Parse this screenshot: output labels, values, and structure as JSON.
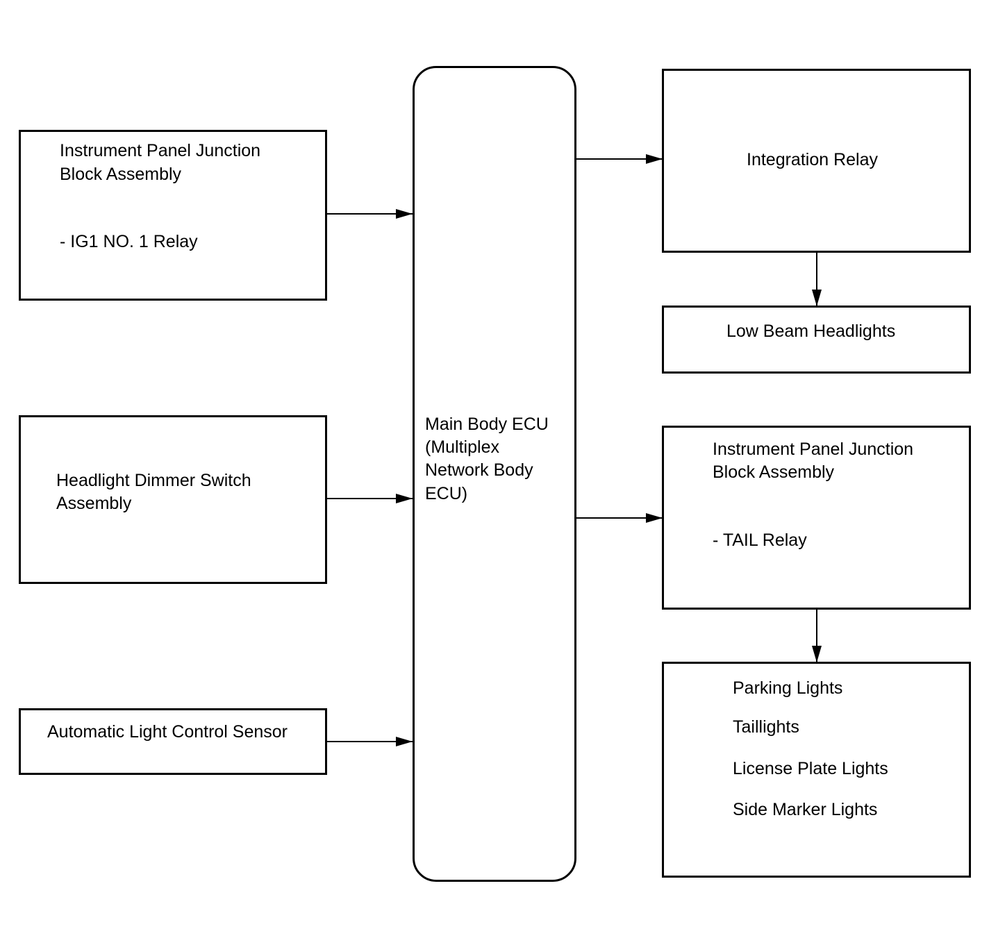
{
  "inputs": {
    "ipjb_ig1": {
      "title_line1": "Instrument Panel Junction",
      "title_line2": "Block Assembly",
      "item": "- IG1 NO. 1 Relay"
    },
    "dimmer_switch": {
      "line1": "Headlight Dimmer Switch",
      "line2": "Assembly"
    },
    "light_sensor": {
      "label": "Automatic Light Control Sensor"
    }
  },
  "ecu": {
    "line1": "Main Body ECU",
    "line2": "(Multiplex",
    "line3": "Network Body",
    "line4": "ECU)"
  },
  "outputs": {
    "integration_relay": {
      "label": "Integration Relay"
    },
    "low_beam": {
      "label": "Low Beam Headlights"
    },
    "ipjb_tail": {
      "title_line1": "Instrument Panel Junction",
      "title_line2": "Block Assembly",
      "item": "- TAIL Relay"
    },
    "lights_group": {
      "items": [
        "Parking Lights",
        "Taillights",
        "License Plate Lights",
        "Side Marker Lights"
      ]
    }
  }
}
